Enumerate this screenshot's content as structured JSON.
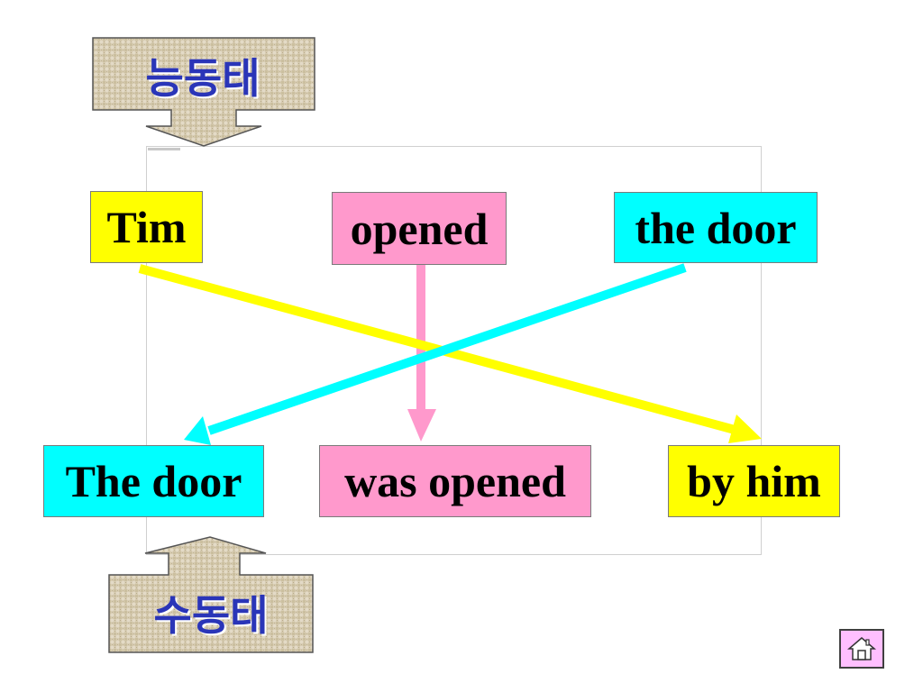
{
  "active_voice": {
    "label": "능동태",
    "words": [
      {
        "text": "Tim",
        "color": "#ffff00"
      },
      {
        "text": "opened",
        "color": "#ff99cc"
      },
      {
        "text": "the door",
        "color": "#00ffff"
      }
    ]
  },
  "passive_voice": {
    "label": "수동태",
    "words": [
      {
        "text": "The door",
        "color": "#00ffff"
      },
      {
        "text": "was opened",
        "color": "#ff99cc"
      },
      {
        "text": "by him",
        "color": "#ffff00"
      }
    ]
  },
  "arrows": [
    {
      "from": "Tim",
      "to": "by him",
      "color": "#ffff00"
    },
    {
      "from": "opened",
      "to": "was opened",
      "color": "#ff99cc"
    },
    {
      "from": "the door",
      "to": "The door",
      "color": "#00ffff"
    }
  ],
  "home_button": {
    "icon": "home-icon"
  }
}
